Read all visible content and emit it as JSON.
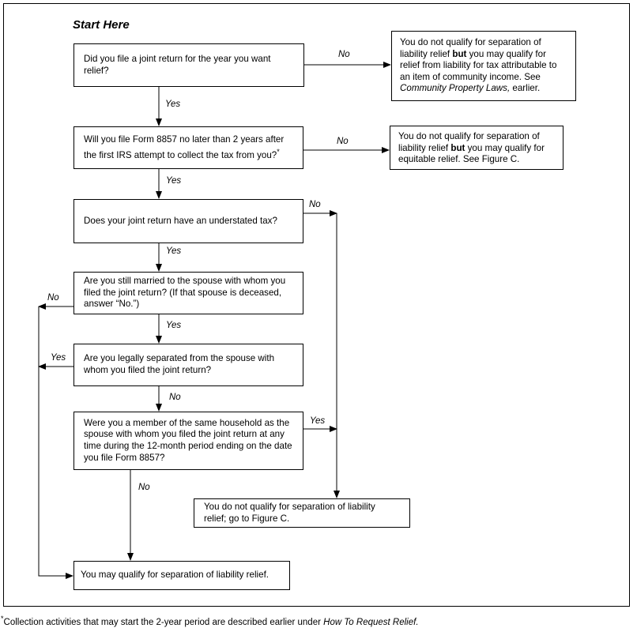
{
  "title": "Start Here",
  "questions": {
    "q1": "Did you file a joint return for the year you want relief?",
    "q2": "Will you file Form 8857 no later than 2 years after the first IRS attempt to collect the tax from you?",
    "q2_mark": "*",
    "q3": "Does your joint return have an understated tax?",
    "q4": "Are you still married to the spouse with whom you filed the joint return? (If that spouse is deceased, answer “No.”)",
    "q5": "Are you legally separated from the spouse with whom you filed the joint return?",
    "q6": "Were you a member of the same household as the spouse with whom you filed the joint return at any time during the 12-month period ending on the date you file Form 8857?"
  },
  "results": {
    "r1_a": "You do not qualify for separation of liability relief ",
    "r1_bold": "but",
    "r1_b": " you may qualify for relief from liability for tax attributable to an item of community income. See ",
    "r1_italic": "Community Property Laws,",
    "r1_c": " earlier.",
    "r2_a": "You do not qualify for separation of liability relief ",
    "r2_bold": "but",
    "r2_b": " you may qualify for equitable relief. See Figure C.",
    "r3": "You do not qualify for separation of liability relief; go to Figure C.",
    "r4": "You may qualify for separation of liability relief."
  },
  "labels": {
    "yes": "Yes",
    "no": "No"
  },
  "footnote": {
    "mark": "*",
    "text": "Collection activities that may start the 2-year period are described earlier under ",
    "italic": "How To Request Relief."
  }
}
